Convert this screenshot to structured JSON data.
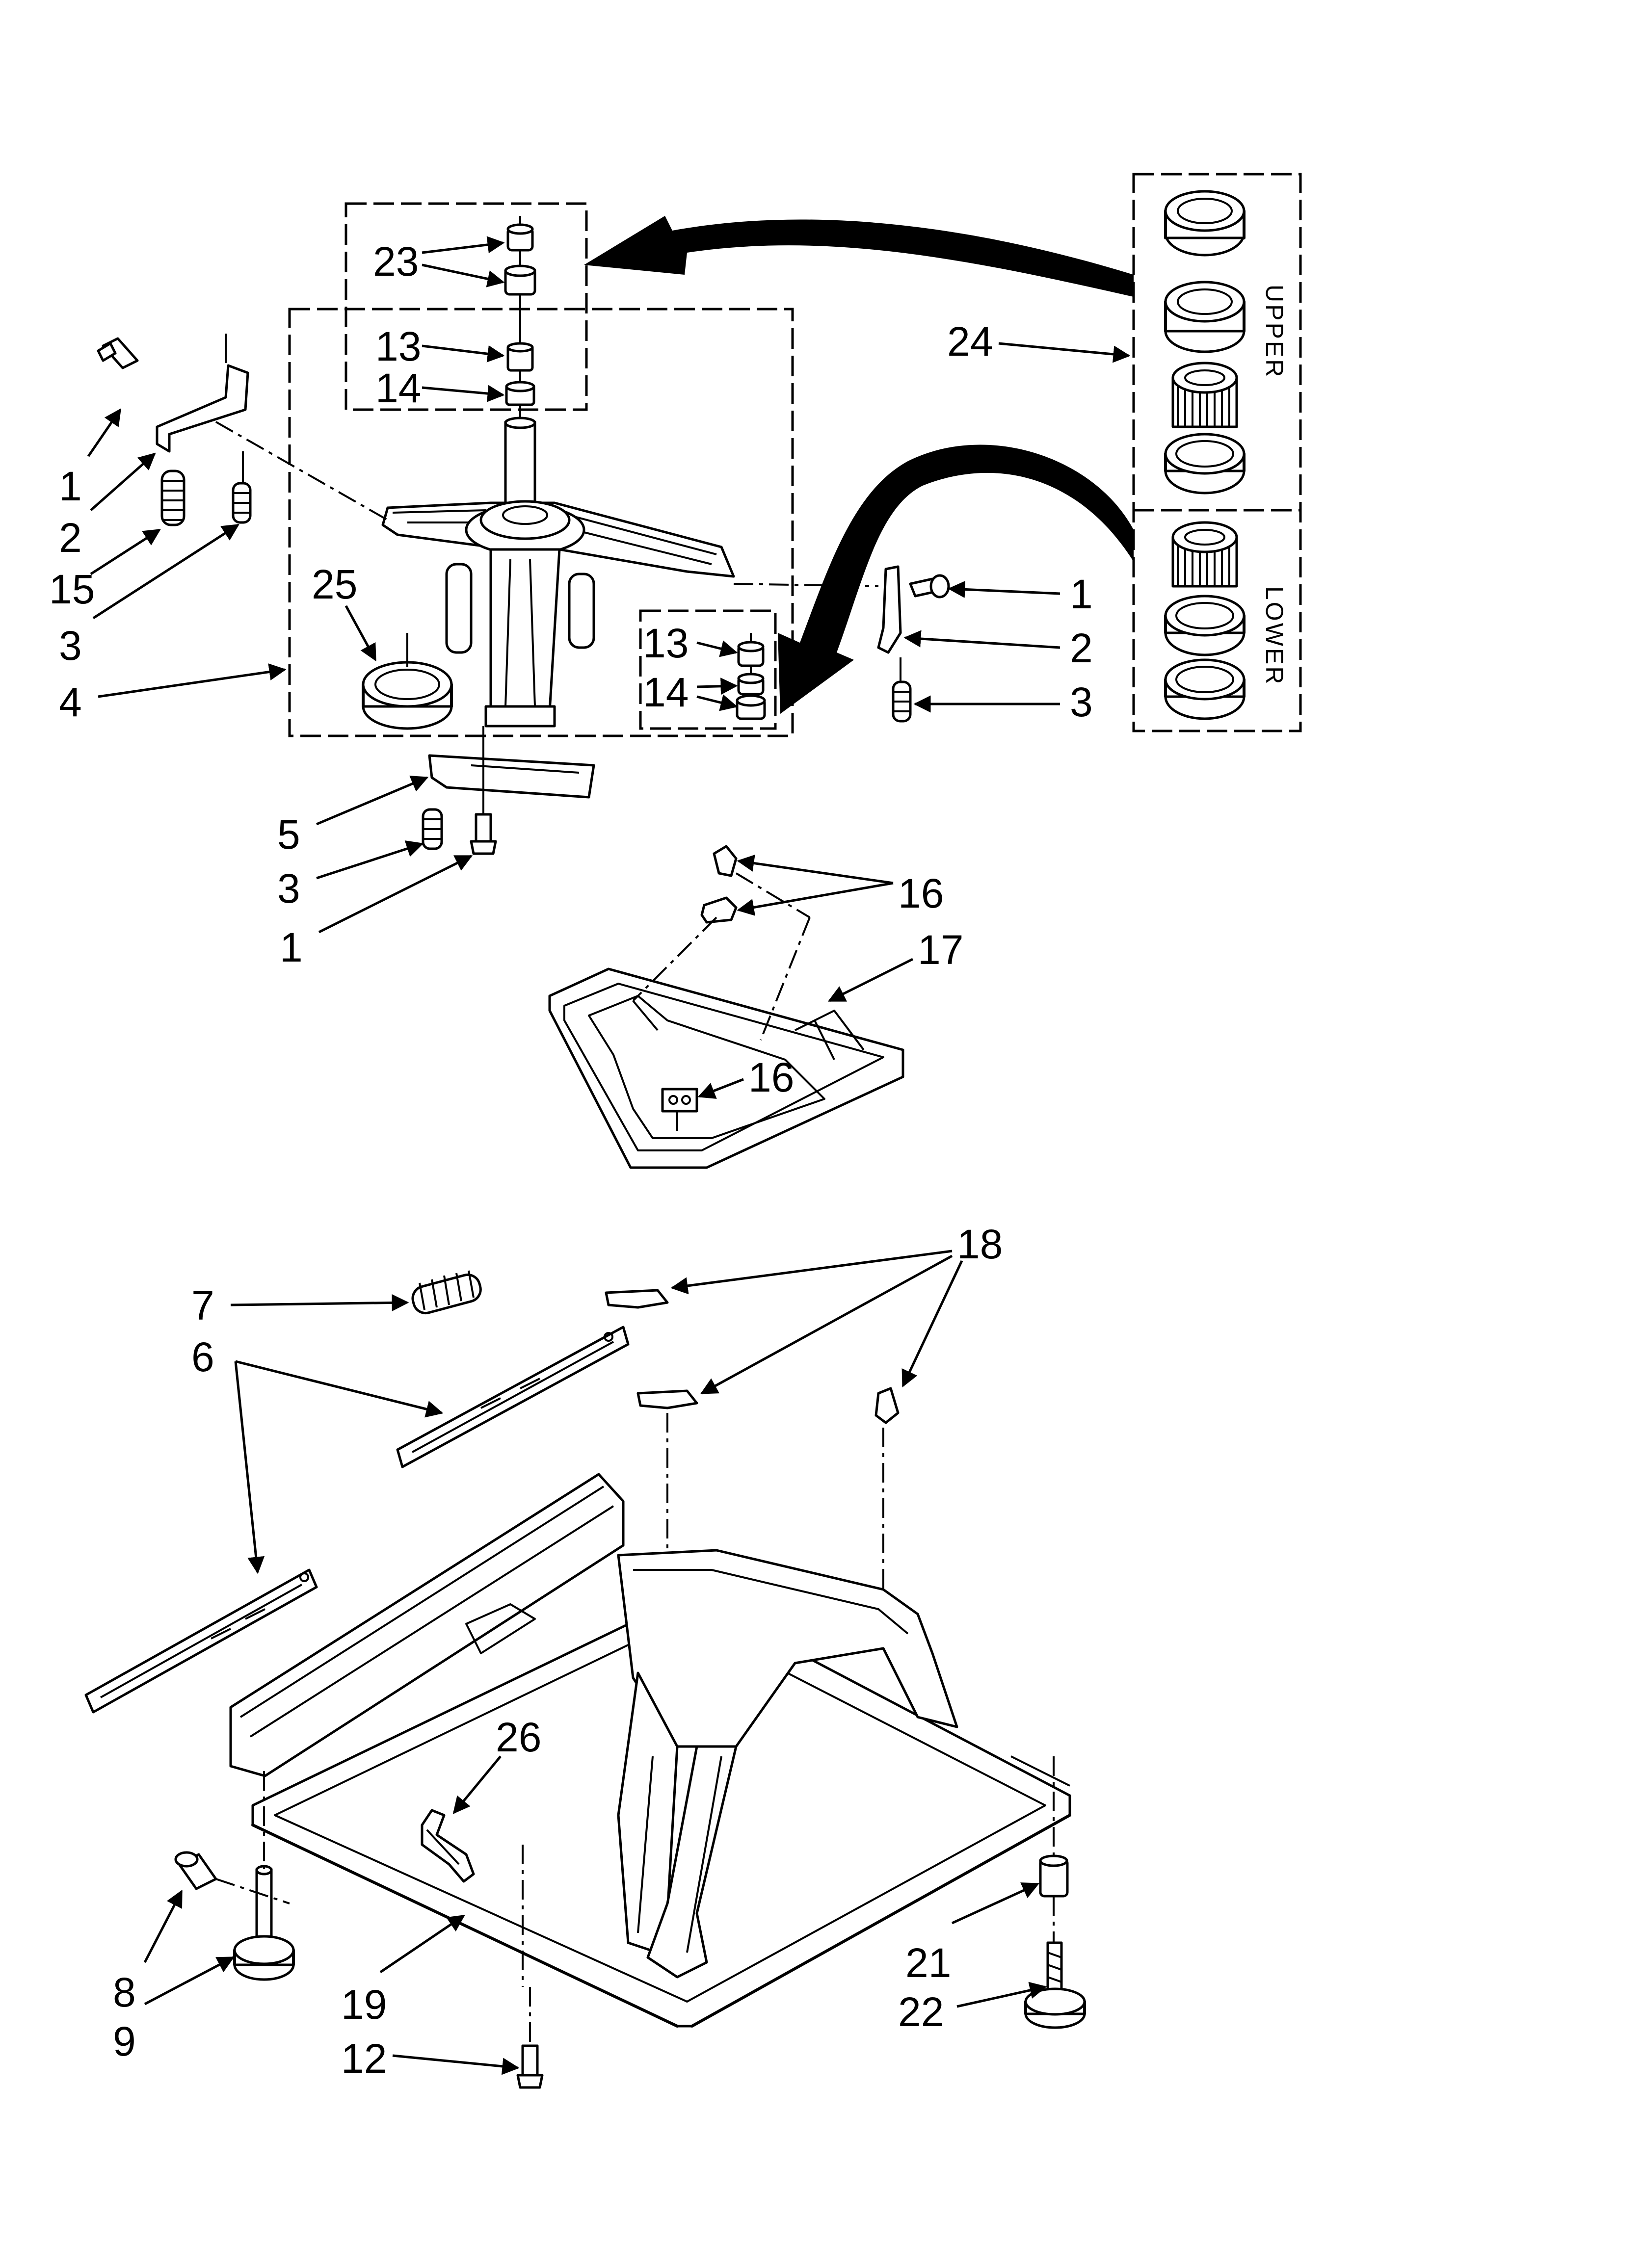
{
  "diagram": {
    "callouts": [
      {
        "id": "c23",
        "text": "23"
      },
      {
        "id": "c13a",
        "text": "13"
      },
      {
        "id": "c14a",
        "text": "14"
      },
      {
        "id": "c24",
        "text": "24"
      },
      {
        "id": "c1a",
        "text": "1"
      },
      {
        "id": "c2a",
        "text": "2"
      },
      {
        "id": "c15",
        "text": "15"
      },
      {
        "id": "c3a",
        "text": "3"
      },
      {
        "id": "c25",
        "text": "25"
      },
      {
        "id": "c4",
        "text": "4"
      },
      {
        "id": "c13b",
        "text": "13"
      },
      {
        "id": "c14b",
        "text": "14"
      },
      {
        "id": "c1b",
        "text": "1"
      },
      {
        "id": "c2b",
        "text": "2"
      },
      {
        "id": "c3b",
        "text": "3"
      },
      {
        "id": "c5",
        "text": "5"
      },
      {
        "id": "c3c",
        "text": "3"
      },
      {
        "id": "c1c",
        "text": "1"
      },
      {
        "id": "c16a",
        "text": "16"
      },
      {
        "id": "c17",
        "text": "17"
      },
      {
        "id": "c16b",
        "text": "16"
      },
      {
        "id": "c18",
        "text": "18"
      },
      {
        "id": "c7",
        "text": "7"
      },
      {
        "id": "c6",
        "text": "6"
      },
      {
        "id": "c26",
        "text": "26"
      },
      {
        "id": "c8",
        "text": "8"
      },
      {
        "id": "c9",
        "text": "9"
      },
      {
        "id": "c19",
        "text": "19"
      },
      {
        "id": "c12",
        "text": "12"
      },
      {
        "id": "c21",
        "text": "21"
      },
      {
        "id": "c22",
        "text": "22"
      }
    ],
    "kit_labels": {
      "upper": "UPPER",
      "lower": "LOWER"
    }
  }
}
